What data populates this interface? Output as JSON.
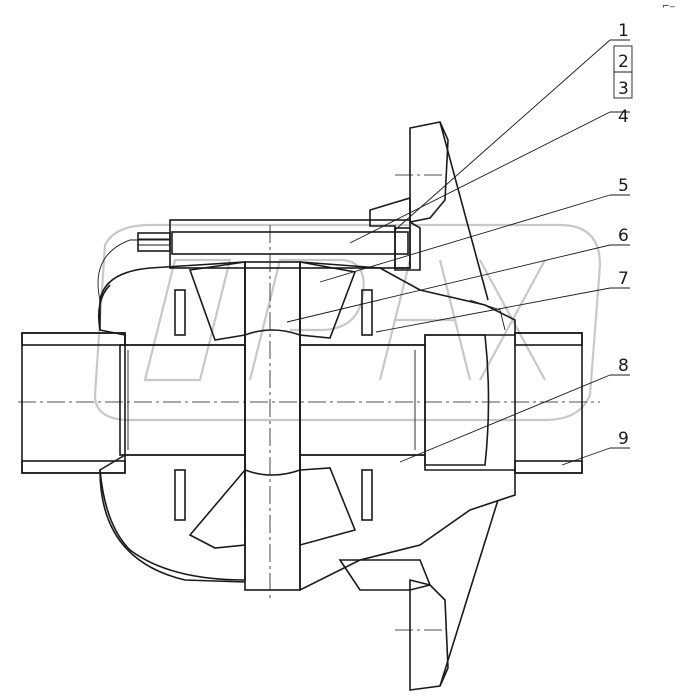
{
  "part_numbers": [
    "1",
    "2",
    "3",
    "4",
    "5",
    "6",
    "7",
    "8",
    "9"
  ],
  "corner_mark": "⌐‒"
}
